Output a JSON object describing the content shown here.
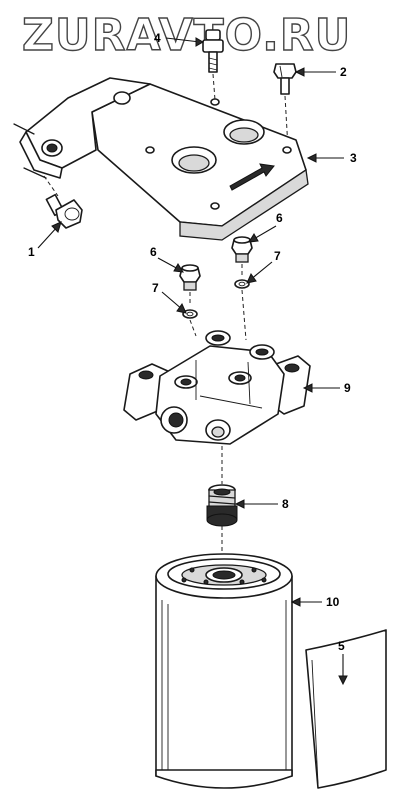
{
  "watermark": "ZURAVTO.RU",
  "callouts": {
    "c1": "1",
    "c2": "2",
    "c3": "3",
    "c4": "4",
    "c5": "5",
    "c6a": "6",
    "c6b": "6",
    "c7a": "7",
    "c7b": "7",
    "c8": "8",
    "c9": "9",
    "c10": "10"
  },
  "plate_marking": "",
  "colors": {
    "ink": "#1a1a1a",
    "paper": "#ffffff",
    "shade": "#d9d9d9"
  }
}
